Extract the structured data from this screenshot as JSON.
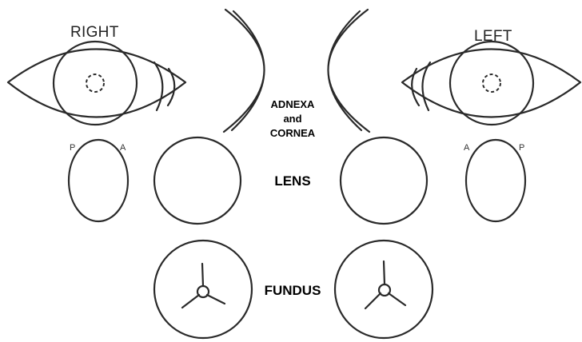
{
  "labels": {
    "right": "RIGHT",
    "left": "LEFT",
    "adnexa_line1": "ADNEXA",
    "adnexa_line2": "and",
    "adnexa_line3": "CORNEA",
    "lens": "LENS",
    "fundus": "FUNDUS",
    "right_p": "P",
    "right_a": "A",
    "left_a": "A",
    "left_p": "P"
  }
}
